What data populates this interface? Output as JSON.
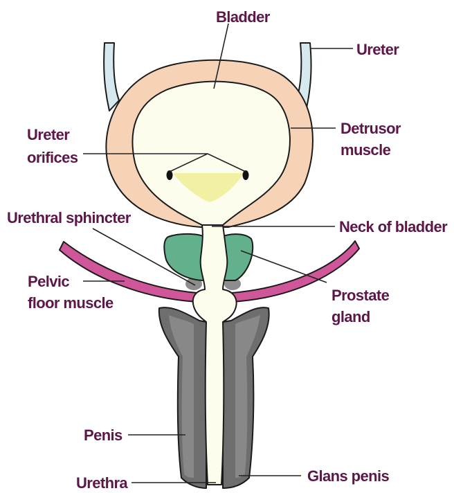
{
  "labels": {
    "bladder": "Bladder",
    "ureter": "Ureter",
    "detrusor_line1": "Detrusor",
    "detrusor_line2": "muscle",
    "ureter_orifices_line1": "Ureter",
    "ureter_orifices_line2": "orifices",
    "urethral_sphincter": "Urethral sphincter",
    "neck_of_bladder": "Neck of bladder",
    "pelvic_floor_line1": "Pelvic",
    "pelvic_floor_line2": "floor muscle",
    "prostate_line1": "Prostate",
    "prostate_line2": "gland",
    "penis": "Penis",
    "urethra": "Urethra",
    "glans_penis": "Glans penis"
  },
  "colors": {
    "label_text": "#5c1749",
    "detrusor": "#f6d3b6",
    "bladder_lumen": "#fdfdee",
    "urine": "#f2f0a2",
    "ureter_tube": "#d5e9ee",
    "prostate": "#63b08c",
    "pelvic_floor": "#d0569a",
    "sphincter": "#8d8d8d",
    "penis_tissue": "#6e6e6e",
    "urethra_lumen": "#fdfdee"
  }
}
